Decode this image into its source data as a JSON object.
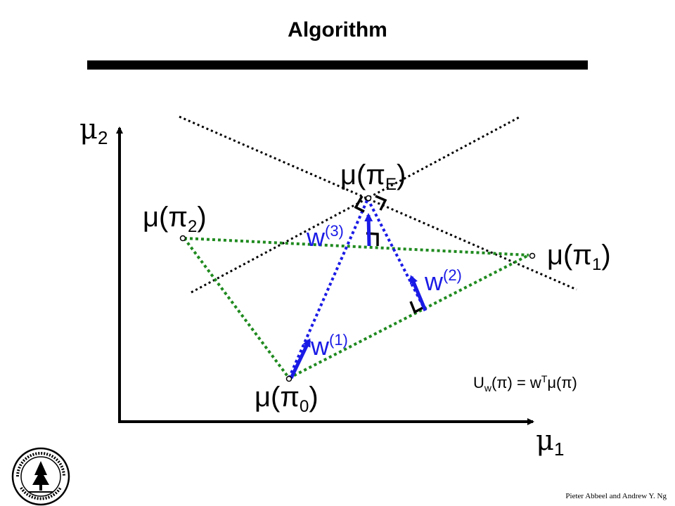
{
  "slide": {
    "title": "Algorithm",
    "credit": "Pieter Abbeel and Andrew Y. Ng",
    "seal_text": "LELAND STANFORD JUNIOR UNIVERSITY · ORGANIZED 1891"
  },
  "diagram": {
    "axis_x_label": {
      "sym": "μ",
      "sub": "1"
    },
    "axis_y_label": {
      "sym": "μ",
      "sub": "2"
    },
    "points": {
      "piE": {
        "mu": "μ(π",
        "sub": "E",
        "close": ")"
      },
      "pi2": {
        "mu": "μ(π",
        "sub": "2",
        "close": ")"
      },
      "pi1": {
        "mu": "μ(π",
        "sub": "1",
        "close": ")"
      },
      "pi0": {
        "mu": "μ(π",
        "sub": "0",
        "close": ")"
      }
    },
    "weights": {
      "w1": {
        "base": "w",
        "sup": "(1)"
      },
      "w2": {
        "base": "w",
        "sup": "(2)"
      },
      "w3": {
        "base": "w",
        "sup": "(3)"
      }
    },
    "utility": {
      "U": "U",
      "w_sub": "w",
      "lhs": "(π) = w",
      "T": "T",
      "rhs": "μ(π)"
    },
    "colors": {
      "axis": "#000000",
      "dotted_black": "#000000",
      "green": "#1f8a1f",
      "blue_dotted": "#1a1ae6",
      "blue_arrow": "#1a1ae6"
    }
  }
}
